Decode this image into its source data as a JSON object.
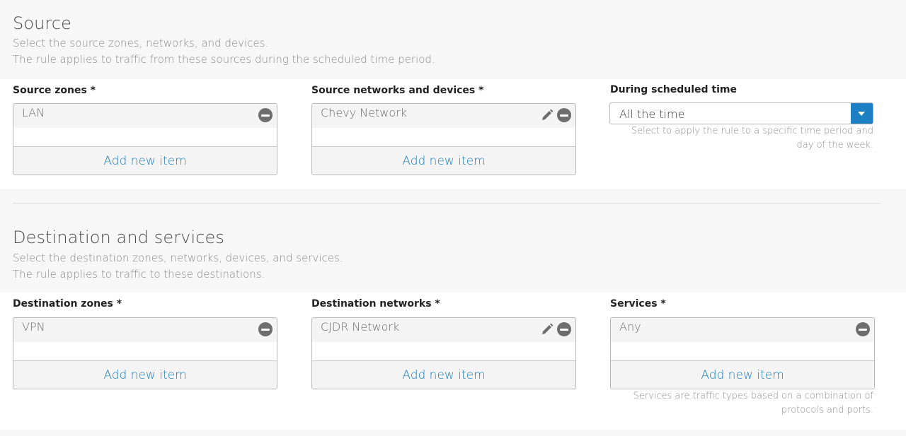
{
  "source": {
    "title": "Source",
    "desc1": "Select the source zones, networks, and devices.",
    "desc2": "The rule applies to traffic from these sources during the scheduled time period.",
    "zones": {
      "label": "Source zones *",
      "item": "LAN",
      "add": "Add new item"
    },
    "networks": {
      "label": "Source networks and devices *",
      "item": "Chevy Network",
      "add": "Add new item"
    },
    "schedule": {
      "label": "During scheduled time",
      "value": "All the time",
      "hint1": "Select to apply the rule to a specific time period and",
      "hint2": "day of the week."
    }
  },
  "destination": {
    "title": "Destination and services",
    "desc1": "Select the destination zones, networks, devices, and services.",
    "desc2": "The rule applies to traffic to these destinations.",
    "zones": {
      "label": "Destination zones *",
      "item": "VPN",
      "add": "Add new item"
    },
    "networks": {
      "label": "Destination networks *",
      "item": "CJDR Network",
      "add": "Add new item"
    },
    "services": {
      "label": "Services *",
      "item": "Any",
      "add": "Add new item",
      "hint1": "Services are traffic types based on a combination of",
      "hint2": "protocols and ports."
    }
  },
  "colors": {
    "accent": "#1d7fc4",
    "link": "#1f7eb8",
    "icon": "#6d6d6d"
  },
  "icons": {
    "remove": "minus-circle-icon",
    "edit": "pencil-icon",
    "dropdown": "caret-down-icon"
  }
}
